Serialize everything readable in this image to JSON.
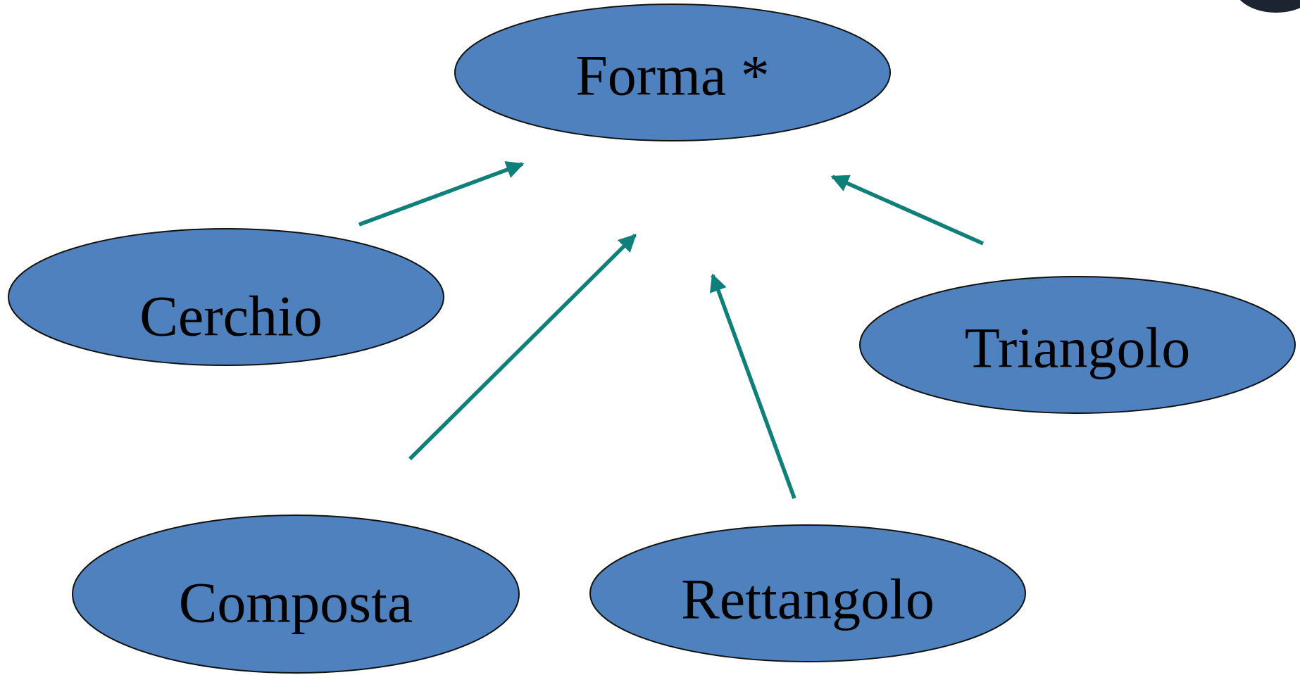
{
  "colors": {
    "node_fill": "#4e81bd",
    "arrow": "#0f7f7a"
  },
  "nodes": {
    "forma": {
      "label": "Forma *"
    },
    "cerchio": {
      "label": "Cerchio"
    },
    "composta": {
      "label": "Composta"
    },
    "rettangolo": {
      "label": "Rettangolo"
    },
    "triangolo": {
      "label": "Triangolo"
    }
  },
  "edges": [
    {
      "from": "cerchio",
      "to": "forma"
    },
    {
      "from": "composta",
      "to": "forma"
    },
    {
      "from": "rettangolo",
      "to": "forma"
    },
    {
      "from": "triangolo",
      "to": "forma"
    }
  ]
}
